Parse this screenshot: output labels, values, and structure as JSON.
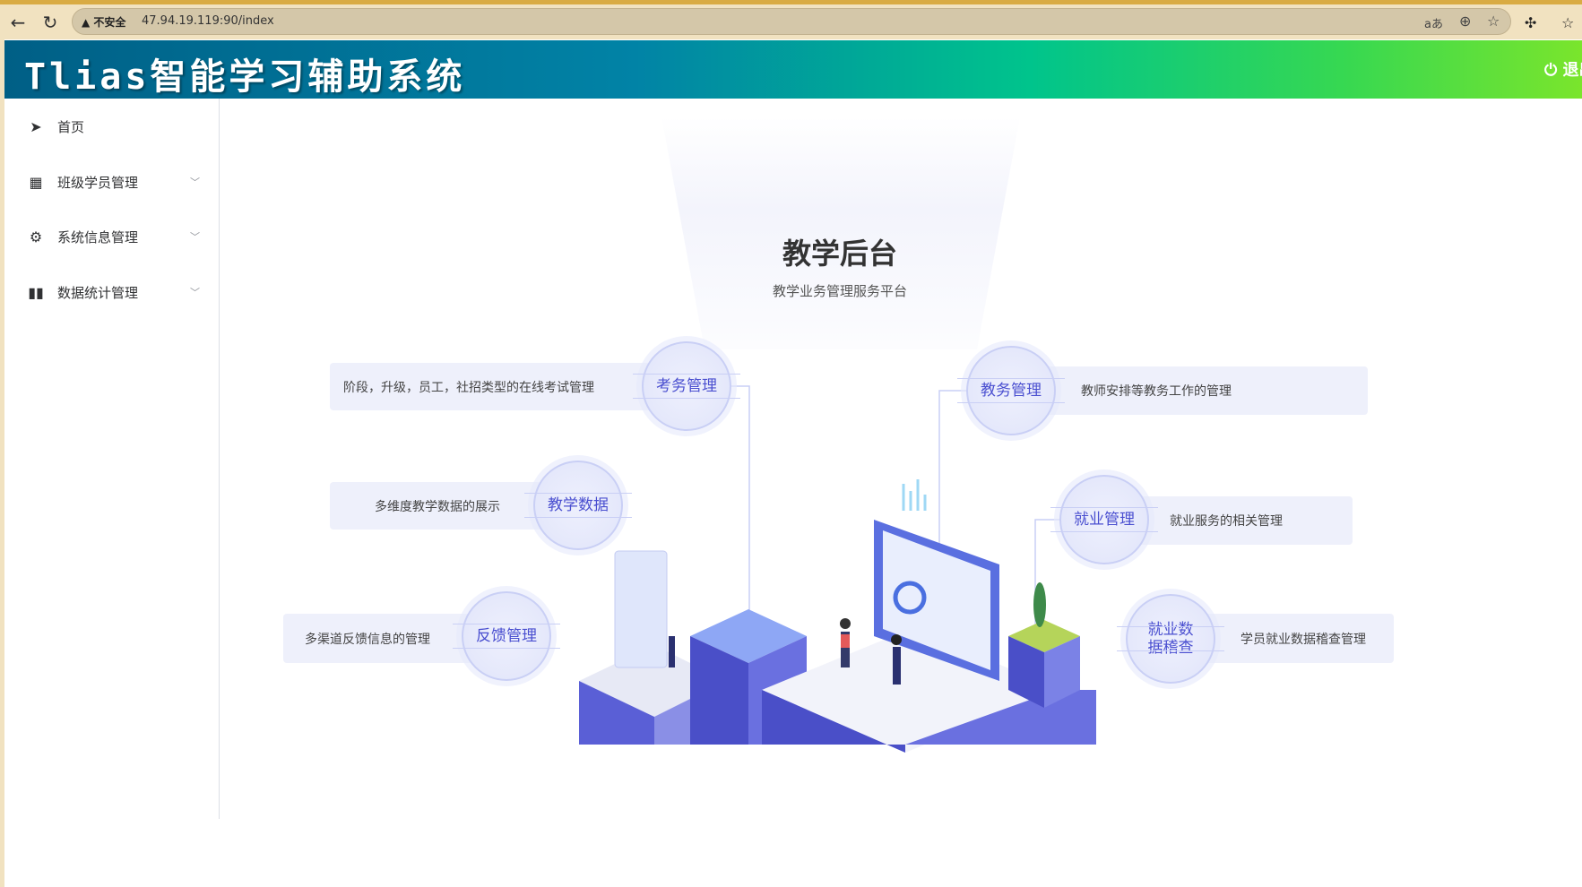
{
  "browser": {
    "security_label": "不安全",
    "url": "47.94.19.119:90/index"
  },
  "header": {
    "title": "Tlias智能学习辅助系统",
    "logout_label": "退出登录"
  },
  "sidebar": {
    "items": [
      {
        "label": "首页",
        "icon": "paper-plane-icon",
        "expandable": false
      },
      {
        "label": "班级学员管理",
        "icon": "grid-icon",
        "expandable": true
      },
      {
        "label": "系统信息管理",
        "icon": "gear-icon",
        "expandable": true
      },
      {
        "label": "数据统计管理",
        "icon": "bar-chart-icon",
        "expandable": true
      }
    ]
  },
  "hero": {
    "title": "教学后台",
    "subtitle": "教学业务管理服务平台"
  },
  "modules": [
    {
      "name": "考务管理",
      "desc": "阶段，升级，员工，社招类型的在线考试管理"
    },
    {
      "name": "教学数据",
      "desc": "多维度教学数据的展示"
    },
    {
      "name": "反馈管理",
      "desc": "多渠道反馈信息的管理"
    },
    {
      "name": "教务管理",
      "desc": "教师安排等教务工作的管理"
    },
    {
      "name": "就业管理",
      "desc": "就业服务的相关管理"
    },
    {
      "name": "就业数据稽查",
      "desc": "学员就业数据稽查管理"
    }
  ],
  "colors": {
    "accent": "#4a4fd0",
    "header_start": "#005f86",
    "header_end": "#7ae52c"
  }
}
